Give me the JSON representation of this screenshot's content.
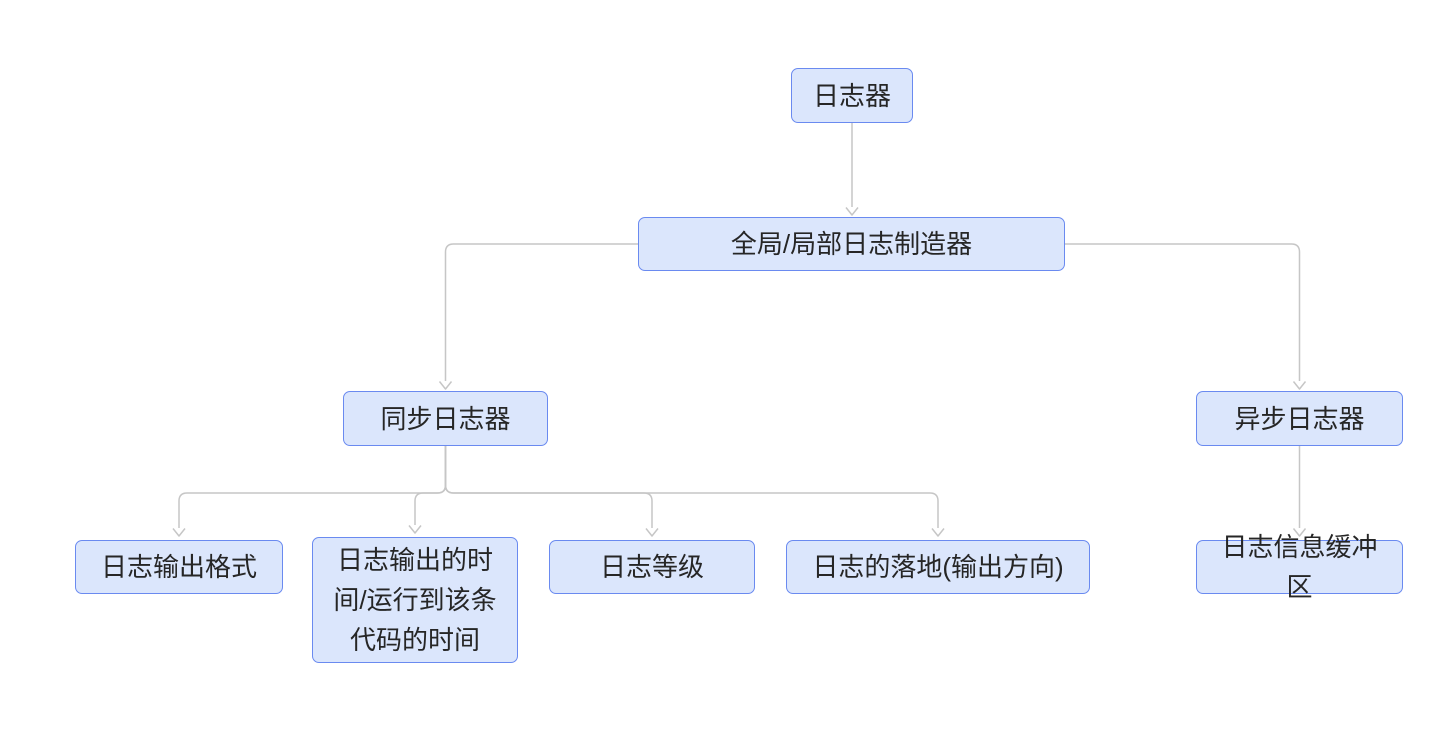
{
  "diagram": {
    "type": "flowchart",
    "nodes": {
      "logger": {
        "label": "日志器"
      },
      "log_maker": {
        "label": "全局/局部日志制造器"
      },
      "sync_logger": {
        "label": "同步日志器"
      },
      "async_logger": {
        "label": "异步日志器"
      },
      "output_format": {
        "label": "日志输出格式"
      },
      "output_time": {
        "label": "日志输出的时间/运行到该条代码的时间"
      },
      "log_level": {
        "label": "日志等级"
      },
      "log_sink": {
        "label": "日志的落地(输出方向)"
      },
      "msg_buffer": {
        "label": "日志信息缓冲区"
      }
    },
    "edges": [
      {
        "from": "日志器",
        "to": "全局/局部日志制造器"
      },
      {
        "from": "全局/局部日志制造器",
        "to": "同步日志器"
      },
      {
        "from": "全局/局部日志制造器",
        "to": "异步日志器"
      },
      {
        "from": "同步日志器",
        "to": "日志输出格式"
      },
      {
        "from": "同步日志器",
        "to": "日志输出的时间/运行到该条代码的时间"
      },
      {
        "from": "同步日志器",
        "to": "日志等级"
      },
      {
        "from": "同步日志器",
        "to": "日志的落地(输出方向)"
      },
      {
        "from": "异步日志器",
        "to": "日志信息缓冲区"
      }
    ],
    "colors": {
      "node_fill": "#dbe6fc",
      "node_border": "#6a8af0",
      "node_text": "#262626",
      "connector": "#c6c6c6",
      "background": "#ffffff"
    }
  }
}
